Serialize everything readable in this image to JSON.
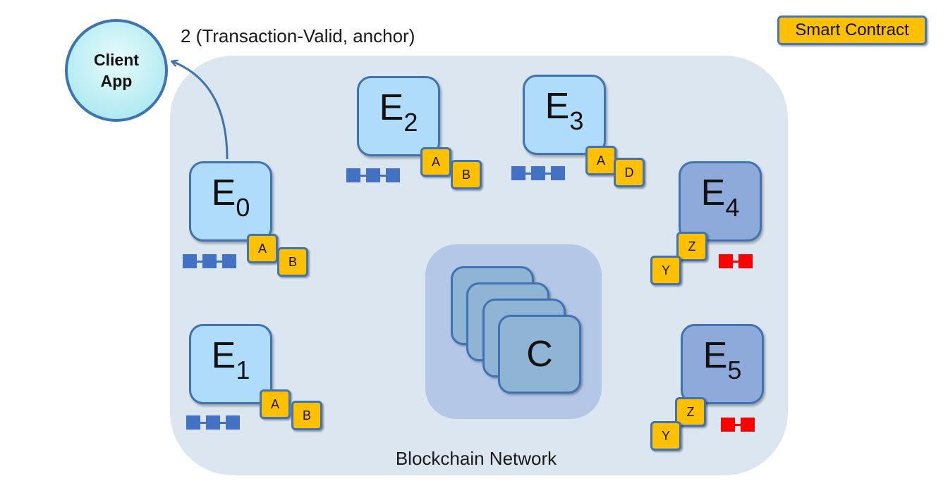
{
  "legend": {
    "label": "Smart Contract"
  },
  "client": {
    "line1": "Client",
    "line2": "App"
  },
  "annotation": "2 (Transaction-Valid, anchor)",
  "network": {
    "label": "Blockchain Network"
  },
  "orderer": {
    "label": "C"
  },
  "peers": [
    {
      "letter": "E",
      "sub": "0",
      "contracts": [
        "A",
        "B"
      ]
    },
    {
      "letter": "E",
      "sub": "1",
      "contracts": [
        "A",
        "B"
      ]
    },
    {
      "letter": "E",
      "sub": "2",
      "contracts": [
        "A",
        "B"
      ]
    },
    {
      "letter": "E",
      "sub": "3",
      "contracts": [
        "A",
        "D"
      ]
    },
    {
      "letter": "E",
      "sub": "4",
      "contracts": [
        "Z",
        "Y"
      ]
    },
    {
      "letter": "E",
      "sub": "5",
      "contracts": [
        "Z",
        "Y"
      ]
    }
  ],
  "colors": {
    "peer_fill": "#b0dcfb",
    "peer_fill_other_org": "#8eaadb",
    "contract_fill": "#ffc000",
    "ledger_block": "#4372c4",
    "ledger_block_other": "#ff0000",
    "network_fill": "#dce6f1",
    "border": "#3f73b3"
  }
}
